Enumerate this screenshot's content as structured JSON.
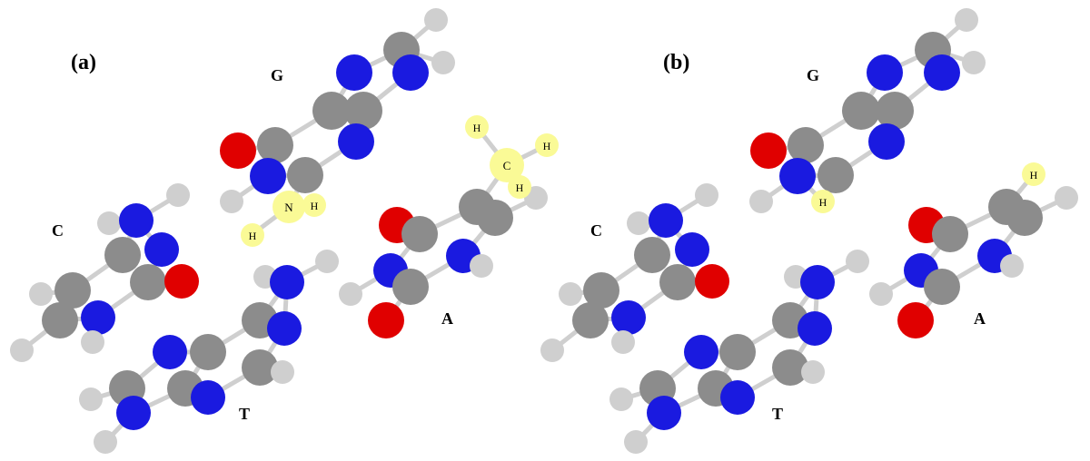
{
  "colors": {
    "background": "#ffffff",
    "bond": "#cfcfcf",
    "carbon": "#8c8c8c",
    "nitrogen": "#1a1ae0",
    "oxygen": "#e00000",
    "hydrogen": "#cfcfcf",
    "highlight": "#fafa96"
  },
  "panels": [
    {
      "label": "(a)",
      "bases": {
        "G": "G",
        "C": "C",
        "A": "A",
        "T": "T"
      },
      "highlight_labels": [
        "N",
        "H",
        "H",
        "C",
        "H",
        "H",
        "H"
      ]
    },
    {
      "label": "(b)",
      "bases": {
        "G": "G",
        "C": "C",
        "A": "A",
        "T": "T"
      },
      "highlight_labels": [
        "H",
        "H"
      ]
    }
  ]
}
